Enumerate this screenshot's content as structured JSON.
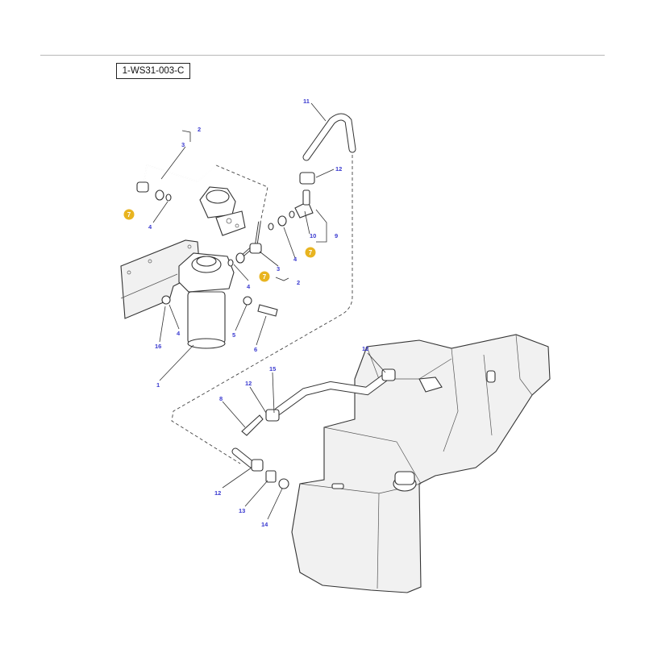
{
  "reference_code": "1-WS31-003-C",
  "callouts": [
    {
      "id": "c-2a",
      "text": "2"
    },
    {
      "id": "c-3a",
      "text": "3"
    },
    {
      "id": "c-4a",
      "text": "4"
    },
    {
      "id": "c-11",
      "text": "11"
    },
    {
      "id": "c-12a",
      "text": "12"
    },
    {
      "id": "c-10",
      "text": "10"
    },
    {
      "id": "c-9",
      "text": "9"
    },
    {
      "id": "c-4b",
      "text": "4"
    },
    {
      "id": "c-3b",
      "text": "3"
    },
    {
      "id": "c-2b",
      "text": "2"
    },
    {
      "id": "c-4c",
      "text": "4"
    },
    {
      "id": "c-4d",
      "text": "4"
    },
    {
      "id": "c-5",
      "text": "5"
    },
    {
      "id": "c-6",
      "text": "6"
    },
    {
      "id": "c-16",
      "text": "16"
    },
    {
      "id": "c-1",
      "text": "1"
    },
    {
      "id": "c-12b",
      "text": "12"
    },
    {
      "id": "c-15",
      "text": "15"
    },
    {
      "id": "c-12c",
      "text": "12"
    },
    {
      "id": "c-8",
      "text": "8"
    },
    {
      "id": "c-12d",
      "text": "12"
    },
    {
      "id": "c-13",
      "text": "13"
    },
    {
      "id": "c-14",
      "text": "14"
    }
  ],
  "markers": [
    {
      "id": "m-1",
      "text": "7",
      "color": "#e8b420"
    },
    {
      "id": "m-2",
      "text": "7",
      "color": "#e8b420"
    },
    {
      "id": "m-3",
      "text": "7",
      "color": "#e8b420"
    }
  ],
  "colors": {
    "callout": "#3a3ad0",
    "marker": "#e8b420",
    "line": "#333333"
  }
}
